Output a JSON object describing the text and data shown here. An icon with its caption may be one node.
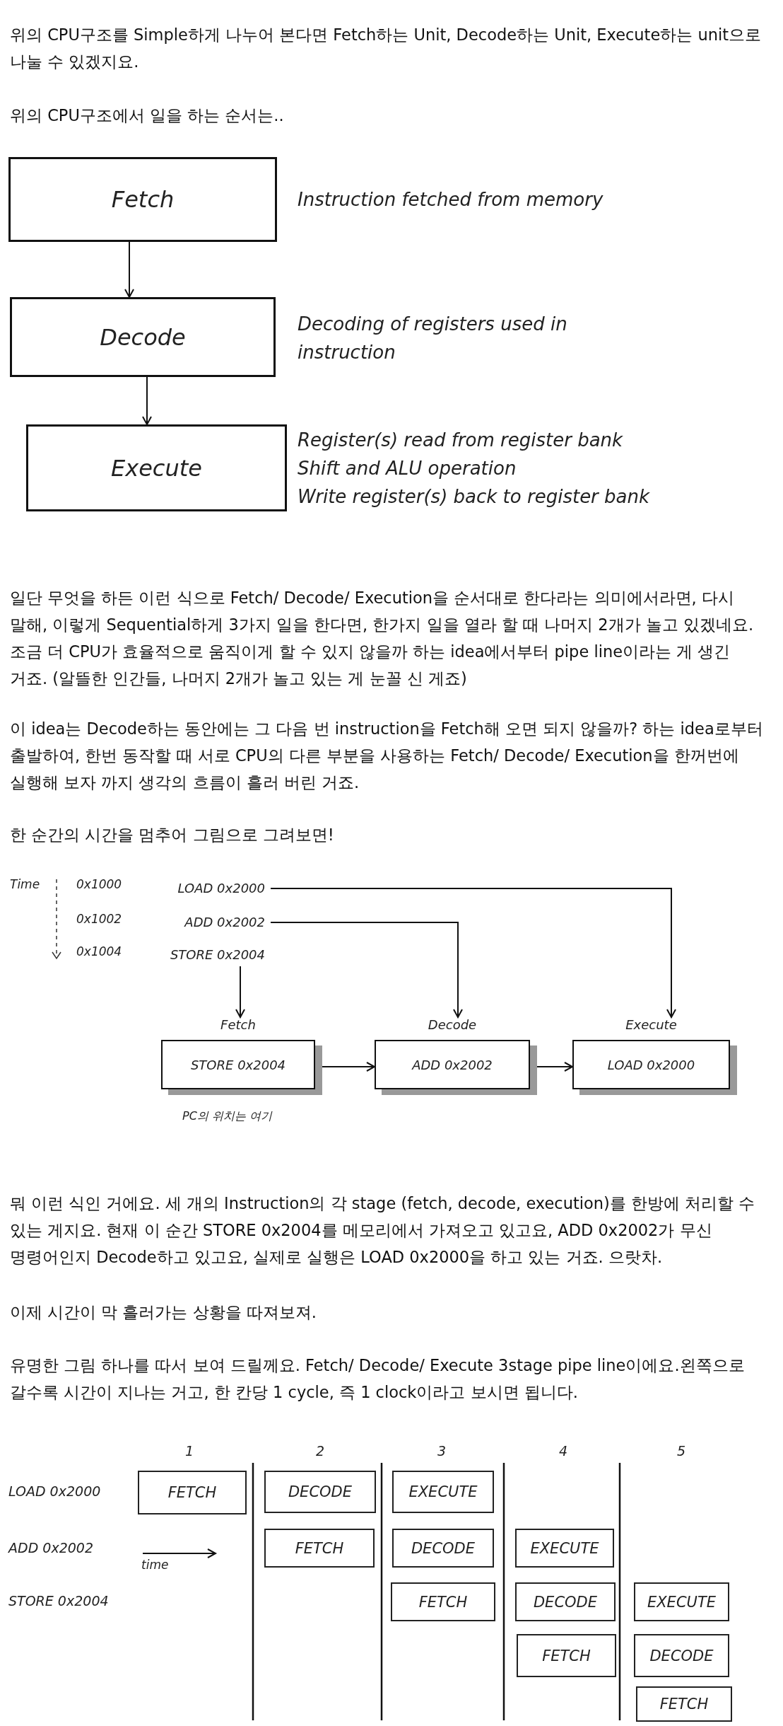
{
  "diagram": {
    "nodes": [
      {
        "text": [
          "Fetch"
        ],
        "beside": [
          "Instruction fetched from memory"
        ]
      },
      {
        "text": [
          "Decode"
        ],
        "beside": [
          "Decoding of registers used in instruction"
        ]
      },
      {
        "text": [
          "Execute"
        ],
        "beside": [
          "Register(s) read from register bank",
          "Shift and ALU operation",
          "Write register(s) back to register bank"
        ]
      },
      {
        "text": [
          "LOAD 0x2000"
        ]
      },
      {
        "text": [
          "ADD 0x2002"
        ]
      },
      {
        "text": [
          "STORE 0x2004"
        ]
      },
      {
        "text": [
          "Fetch",
          "STORE 0x2004"
        ],
        "beside": [
          "PC의 위치는 여기"
        ]
      },
      {
        "text": [
          "Decode",
          "ADD 0x2002"
        ]
      },
      {
        "text": [
          "Execute",
          "LOAD 0x2000"
        ]
      },
      {
        "text": [
          "FETCH"
        ]
      },
      {
        "text": [
          "DECODE"
        ]
      },
      {
        "text": [
          "EXECUTE"
        ]
      },
      {
        "text": [
          "FETCH"
        ]
      },
      {
        "text": [
          "DECODE"
        ]
      },
      {
        "text": [
          "EXECUTE"
        ]
      },
      {
        "text": [
          "FETCH"
        ]
      },
      {
        "text": [
          "DECODE"
        ]
      },
      {
        "text": [
          "EXECUTE"
        ]
      },
      {
        "text": [
          "FETCH"
        ]
      },
      {
        "text": [
          "DECODE"
        ]
      },
      {
        "text": [
          "FETCH"
        ]
      }
    ],
    "edges": [
      {
        "from": 0,
        "to": 1,
        "arrow": "to"
      },
      {
        "from": 1,
        "to": 2,
        "arrow": "to"
      },
      {
        "from": 3,
        "to": 8,
        "arrow": "to"
      },
      {
        "from": 4,
        "to": 7,
        "arrow": "to"
      },
      {
        "from": 5,
        "to": 6,
        "arrow": "to"
      },
      {
        "from": 6,
        "to": 7,
        "arrow": "to"
      },
      {
        "from": 7,
        "to": 8,
        "arrow": "to"
      }
    ],
    "labels": [
      "위의 CPU구조를 Simple하게 나누어 본다면 Fetch하는 Unit, Decode하는 Unit, Execute하는 unit으로 나눌 수 있겠지요.",
      "위의 CPU구조에서 일을 하는 순서는..",
      "일단 무엇을 하든 이런 식으로 Fetch/ Decode/ Execution을 순서대로 한다라는 의미에서라면, 다시 말해, 이렇게 Sequential하게 3가지 일을 한다면, 한가지 일을 열라 할 때 나머지 2개가 놀고 있겠네요. 조금 더 CPU가 효율적으로 움직이게 할 수 있지 않을까 하는 idea에서부터 pipe line이라는 게 생긴 거죠. (알뜰한 인간들, 나머지 2개가 놀고 있는 게 눈꼴 신 게죠)",
      "이 idea는 Decode하는 동안에는 그 다음 번 instruction을 Fetch해 오면 되지 않을까? 하는 idea로부터 출발하여, 한번 동작할 때 서로 CPU의 다른 부분을 사용하는 Fetch/ Decode/ Execution을 한꺼번에 실행해 보자 까지 생각의 흐름이 흘러 버린 거죠.",
      "한 순간의 시간을 멈추어 그림으로 그려보면!",
      "Time",
      "0x1000",
      "0x1002",
      "0x1004",
      "뭐 이런 식인 거에요. 세 개의 Instruction의 각 stage (fetch, decode, execution)를 한방에 처리할 수 있는 게지요. 현재 이 순간 STORE 0x2004를 메모리에서 가져오고 있고요, ADD 0x2002가 무신 명령어인지 Decode하고 있고요, 실제로 실행은 LOAD 0x2000을 하고 있는 거죠. 으랏차.",
      "이제 시간이 막 흘러가는 상황을 따져보져.",
      "유명한 그림 하나를 따서 보여 드릴께요. Fetch/ Decode/ Execute 3stage pipe line이에요.왼쪽으로 갈수록 시간이 지나는 거고, 한 칸당 1 cycle, 즉 1 clock이라고 보시면 됩니다.",
      "1",
      "2",
      "3",
      "4",
      "5",
      "LOAD 0x2000",
      "ADD 0x2002",
      "STORE 0x2004",
      "time"
    ]
  }
}
